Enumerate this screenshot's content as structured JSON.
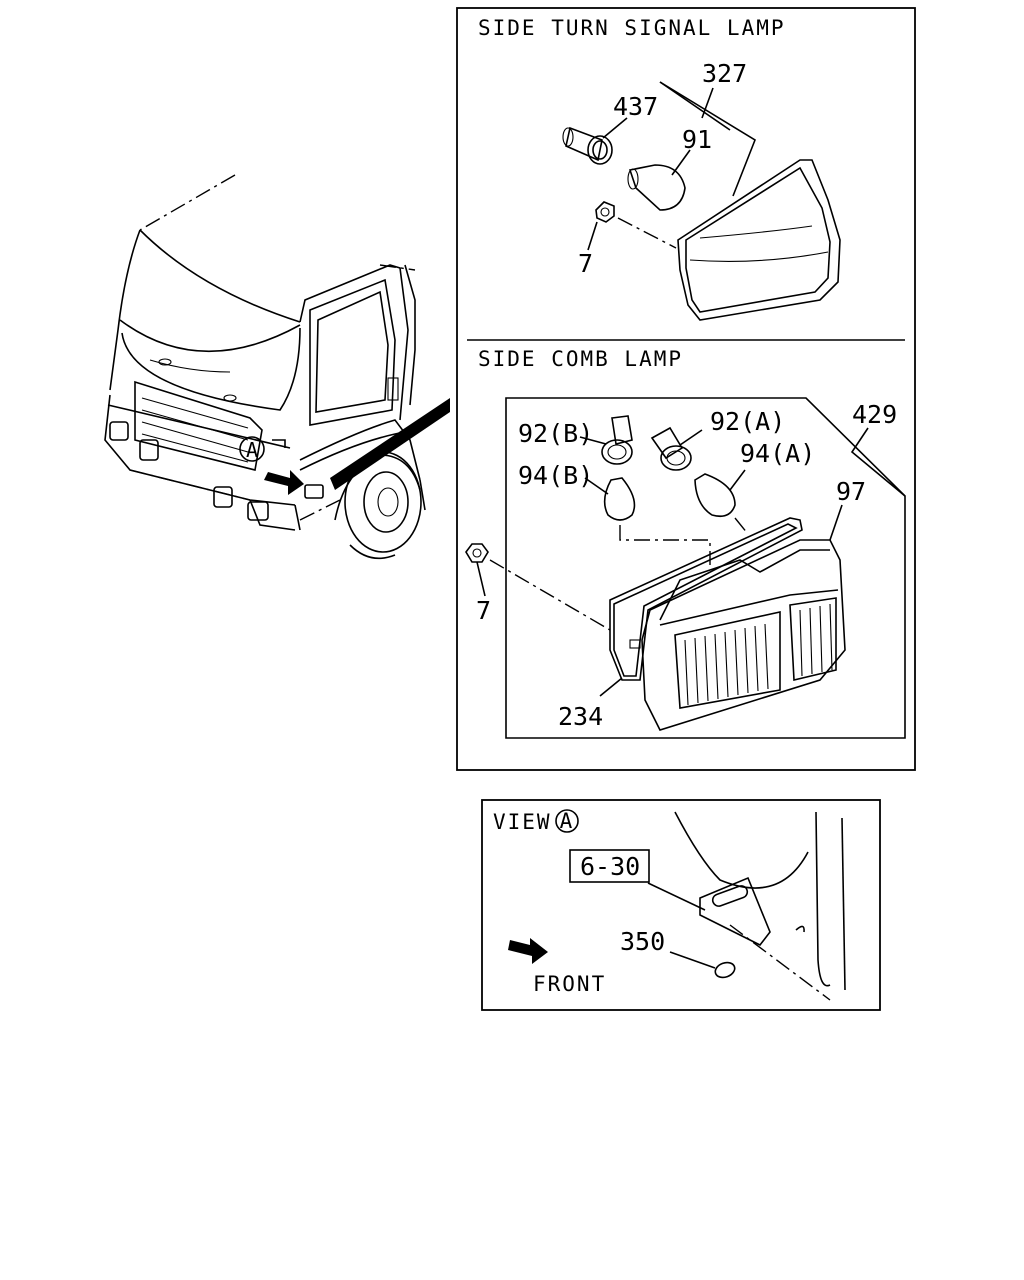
{
  "panels": {
    "turn_signal": {
      "title": "SIDE TURN SIGNAL LAMP"
    },
    "comb_lamp": {
      "title": "SIDE COMB LAMP"
    },
    "view": {
      "title": "VIEW",
      "marker": "A"
    }
  },
  "callouts": {
    "p327": "327",
    "p437": "437",
    "p91": "91",
    "p7_top": "7",
    "p429": "429",
    "p92a": "92(A)",
    "p92b": "92(B)",
    "p94a": "94(A)",
    "p94b": "94(B)",
    "p97": "97",
    "p7_bottom": "7",
    "p234": "234",
    "ref_630": "6-30",
    "p350": "350",
    "front": "FRONT",
    "marker_a": "A"
  }
}
